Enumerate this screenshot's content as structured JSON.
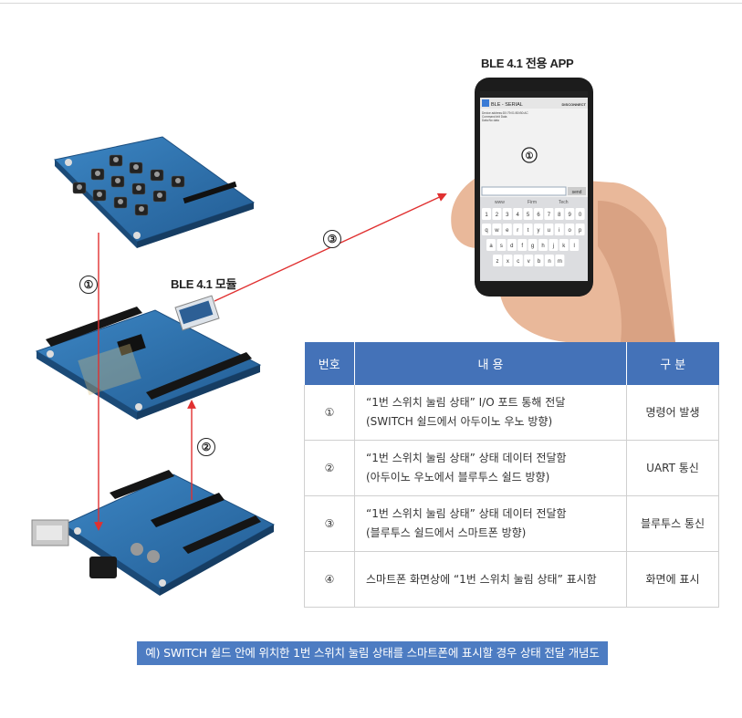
{
  "labels": {
    "app_title": "BLE 4.1 전용 APP",
    "module_label": "BLE 4.1 모듈",
    "step1_marker": "①",
    "step2_marker": "②",
    "step3_marker": "③",
    "phone_marker": "①"
  },
  "phone": {
    "app_name": "BLE - SERIAL",
    "disconnect": "DISCONNECT",
    "log_lines": [
      "Device address:D0:79:01:B0:B0:AC",
      "Command:Init Data",
      "Data:No data"
    ],
    "send": "send",
    "suggestions": [
      "www",
      "Firm",
      "Tech"
    ],
    "keys_row1": "1234567890",
    "keys_row2": "qwertyuiop",
    "keys_row3": "asdfghjkl",
    "keys_row4": "zxcvbnm"
  },
  "table": {
    "headers": [
      "번호",
      "내         용",
      "구 분"
    ],
    "rows": [
      {
        "num": "①",
        "line1": "“1번 스위치 눌림 상태” I/O 포트 통해 전달",
        "line2": "(SWITCH 쉴드에서 아두이노 우노 방향)",
        "type": "명령어 발생"
      },
      {
        "num": "②",
        "line1": "“1번 스위치 눌림 상태” 상태 데이터 전달함",
        "line2": "(아두이노 우노에서 블루투스 쉴드 방향)",
        "type": "UART 통신"
      },
      {
        "num": "③",
        "line1": "“1번 스위치 눌림 상태” 상태 데이터 전달함",
        "line2": "(블루투스 쉴드에서 스마트폰 방향)",
        "type": "블루투스 통신"
      },
      {
        "num": "④",
        "line1": "스마트폰 화면상에 “1번 스위치 눌림 상태” 표시함",
        "line2": "",
        "type": "화면에 표시"
      }
    ]
  },
  "caption": "예) SWITCH 쉴드 안에 위치한 1번 스위치 눌림 상태를 스마트폰에 표시할 경우 상태 전달 개념도",
  "colors": {
    "board_blue": "#2f6fa8",
    "arrow_red": "#e03030",
    "header_blue": "#4472b8",
    "caption_blue": "#4d7cc2"
  }
}
